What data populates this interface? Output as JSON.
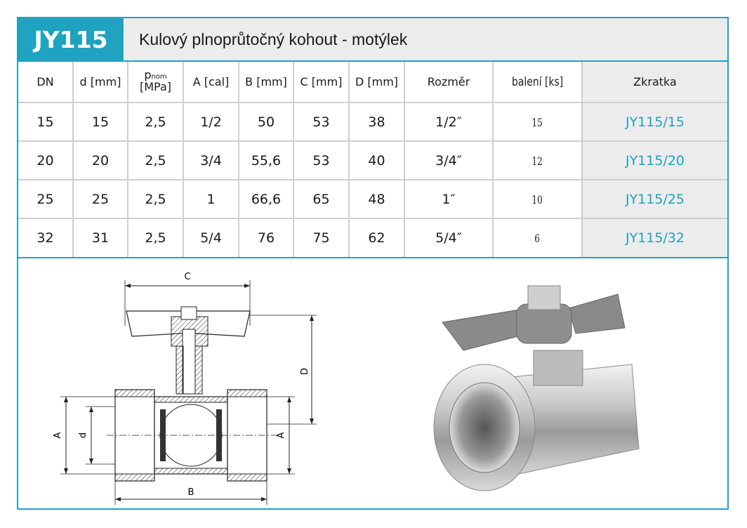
{
  "header": {
    "code": "JY115",
    "title": "Kulový plnoprůtočný kohout - motýlek"
  },
  "table": {
    "headers": {
      "dn": "DN",
      "d": "d [mm]",
      "p_main": "p",
      "p_sub": "nom",
      "p_unit": "[MPa]",
      "a": "A [cal]",
      "b": "B [mm]",
      "c": "C [mm]",
      "dd": "D [mm]",
      "rozmer": "Rozměr",
      "baleni": "balení [ks]",
      "zkratka": "Zkratka"
    },
    "rows": [
      {
        "dn": "15",
        "d": "15",
        "p": "2,5",
        "a": "1/2",
        "b": "50",
        "c": "53",
        "dd": "38",
        "rozmer": "1/2″",
        "baleni": "15",
        "zkratka": "JY115/15"
      },
      {
        "dn": "20",
        "d": "20",
        "p": "2,5",
        "a": "3/4",
        "b": "55,6",
        "c": "53",
        "dd": "40",
        "rozmer": "3/4″",
        "baleni": "12",
        "zkratka": "JY115/20"
      },
      {
        "dn": "25",
        "d": "25",
        "p": "2,5",
        "a": "1",
        "b": "66,6",
        "c": "65",
        "dd": "48",
        "rozmer": "1″",
        "baleni": "10",
        "zkratka": "JY115/25"
      },
      {
        "dn": "32",
        "d": "31",
        "p": "2,5",
        "a": "5/4",
        "b": "76",
        "c": "75",
        "dd": "62",
        "rozmer": "5/4″",
        "baleni": "6",
        "zkratka": "JY115/32"
      }
    ]
  },
  "drawing": {
    "label_c": "C",
    "label_d": "D",
    "label_a_left": "A",
    "label_d_small": "d",
    "label_a_right": "A",
    "label_b": "B"
  },
  "colors": {
    "accent": "#1fa3c0",
    "header_bg": "#ececec",
    "handle": "#8a8a8a"
  }
}
